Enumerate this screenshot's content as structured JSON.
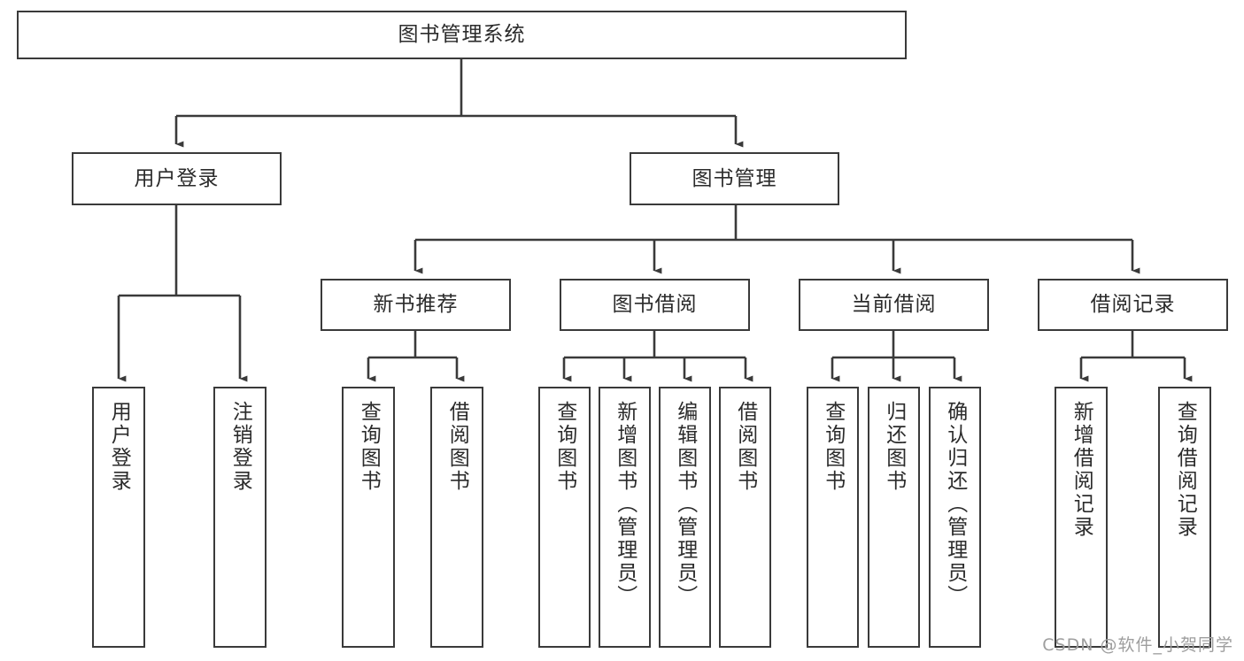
{
  "diagram": {
    "title": "图书管理系统",
    "type": "tree-hierarchy",
    "orientation": "top-down",
    "stroke_color": "#3a3a3a",
    "text_color": "#2b2b2b",
    "background_color": "#ffffff"
  },
  "nodes": {
    "root": {
      "label": "图书管理系统",
      "level": 1
    },
    "level2": [
      {
        "label": "用户登录"
      },
      {
        "label": "图书管理"
      }
    ],
    "level3": [
      {
        "label": "新书推荐"
      },
      {
        "label": "图书借阅"
      },
      {
        "label": "当前借阅"
      },
      {
        "label": "借阅记录"
      }
    ],
    "leaves": {
      "user_login": [
        {
          "label": "用户登录"
        },
        {
          "label": "注销登录"
        }
      ],
      "new_book_recommend": [
        {
          "label": "查询图书"
        },
        {
          "label": "借阅图书"
        }
      ],
      "book_borrow": [
        {
          "label": "查询图书"
        },
        {
          "label": "新增图书（管理员）"
        },
        {
          "label": "编辑图书（管理员）"
        },
        {
          "label": "借阅图书"
        }
      ],
      "current_borrow": [
        {
          "label": "查询图书"
        },
        {
          "label": "归还图书"
        },
        {
          "label": "确认归还（管理员）"
        }
      ],
      "borrow_record": [
        {
          "label": "新增借阅记录"
        },
        {
          "label": "查询借阅记录"
        }
      ]
    }
  },
  "watermark": {
    "text": "CSDN @软件_小贺同学"
  }
}
